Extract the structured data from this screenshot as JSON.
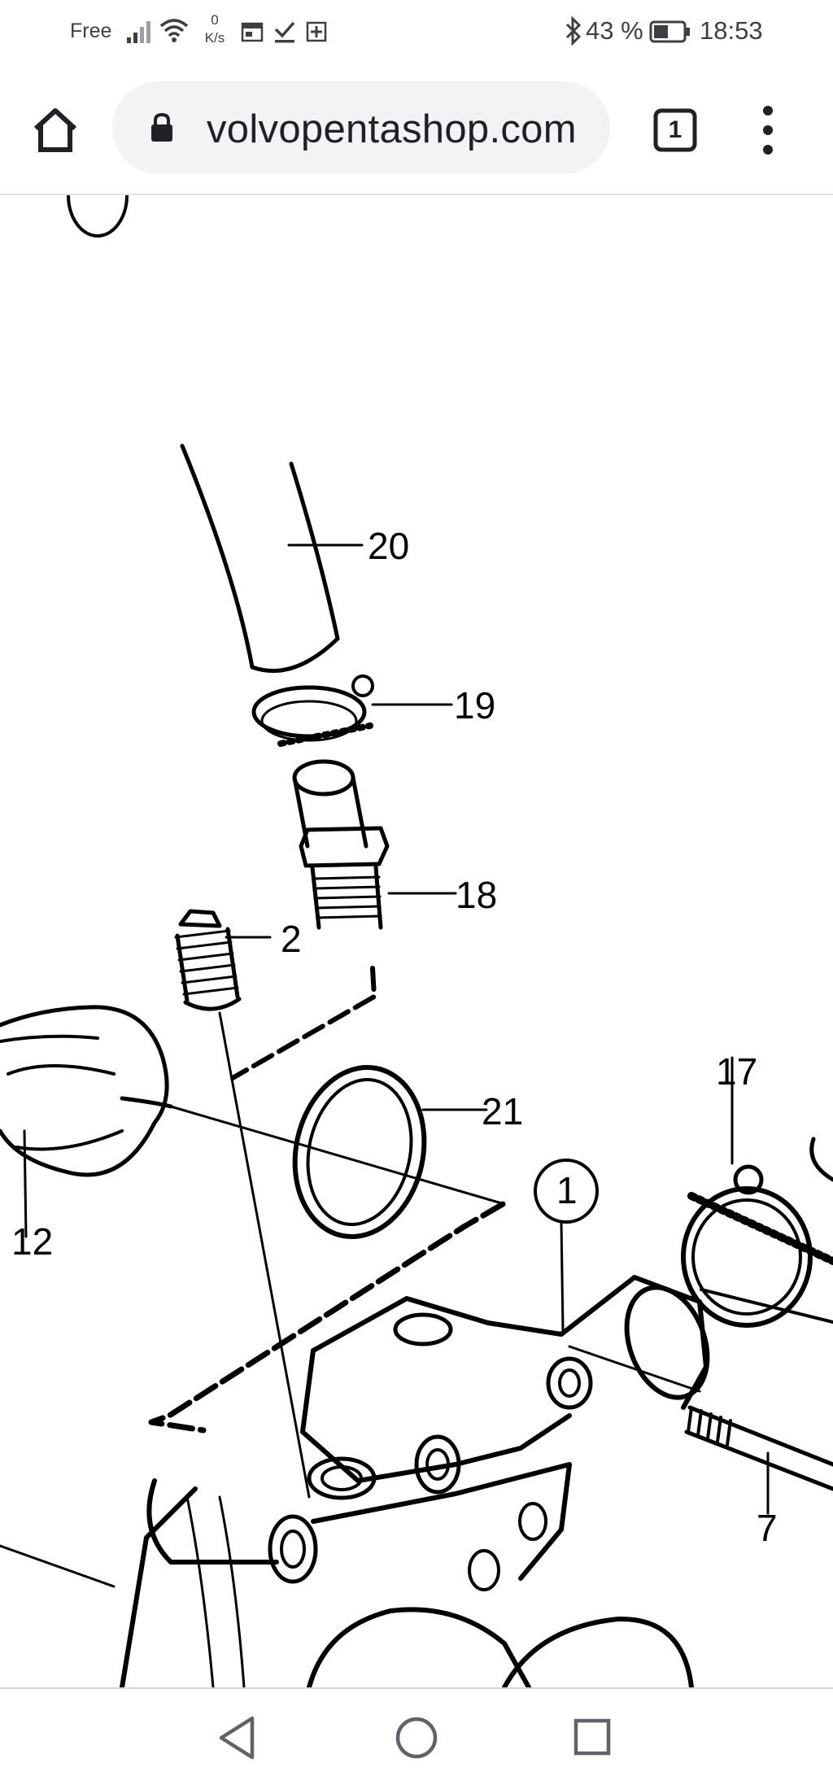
{
  "status_bar": {
    "carrier": "Free",
    "speed_value": "0",
    "speed_unit": "K/s",
    "battery": "43 %",
    "time": "18:53"
  },
  "browser": {
    "url": "volvopentashop.com",
    "tab_count": "1",
    "icons": [
      "home-icon",
      "lock-icon",
      "tab-switcher-icon",
      "more-vert-icon"
    ]
  },
  "diagram": {
    "callouts": [
      "20",
      "19",
      "18",
      "2",
      "21",
      "17",
      "1",
      "12",
      "7"
    ]
  },
  "nav_bar": {
    "icons": [
      "back-icon",
      "home-circle-icon",
      "recents-icon"
    ]
  }
}
